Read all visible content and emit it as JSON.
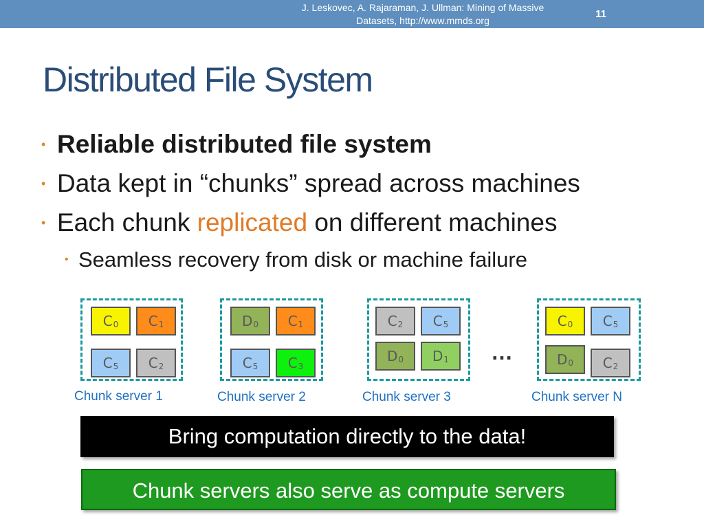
{
  "header": {
    "citation_line1": "J. Leskovec, A. Rajaraman, J. Ullman: Mining of Massive",
    "citation_line2": "Datasets, http://www.mmds.org",
    "slide_number": "11",
    "bar_color": "#5f8fbf"
  },
  "title": "Distributed File System",
  "bullets": {
    "b1": "Reliable distributed file system",
    "b2": "Data kept in “chunks” spread across machines",
    "b3_pre": "Each chunk ",
    "b3_accent": "replicated",
    "b3_post": " on different machines",
    "sub1": "Seamless recovery from disk or machine failure"
  },
  "servers": [
    {
      "label": "Chunk server 1",
      "chunks": [
        {
          "l": "C",
          "s": "0",
          "color": "yellow"
        },
        {
          "l": "C",
          "s": "1",
          "color": "orange"
        },
        {
          "l": "C",
          "s": "5",
          "color": "blue"
        },
        {
          "l": "C",
          "s": "2",
          "color": "gray"
        }
      ]
    },
    {
      "label": "Chunk server 2",
      "chunks": [
        {
          "l": "D",
          "s": "0",
          "color": "olive"
        },
        {
          "l": "C",
          "s": "1",
          "color": "orange"
        },
        {
          "l": "C",
          "s": "5",
          "color": "blue"
        },
        {
          "l": "C",
          "s": "3",
          "color": "green"
        }
      ]
    },
    {
      "label": "Chunk server 3",
      "chunks": [
        {
          "l": "C",
          "s": "2",
          "color": "gray"
        },
        {
          "l": "C",
          "s": "5",
          "color": "blue"
        },
        {
          "l": "D",
          "s": "0",
          "color": "olive"
        },
        {
          "l": "D",
          "s": "1",
          "color": "dgreen"
        }
      ]
    },
    {
      "label": "Chunk server N",
      "chunks": [
        {
          "l": "C",
          "s": "0",
          "color": "yellow"
        },
        {
          "l": "C",
          "s": "5",
          "color": "blue"
        },
        {
          "l": "D",
          "s": "0",
          "color": "olive"
        },
        {
          "l": "C",
          "s": "2",
          "color": "gray"
        }
      ]
    }
  ],
  "ellipsis": "…",
  "banners": {
    "black": "Bring computation directly to the data!",
    "green": "Chunk servers also serve as compute servers"
  }
}
